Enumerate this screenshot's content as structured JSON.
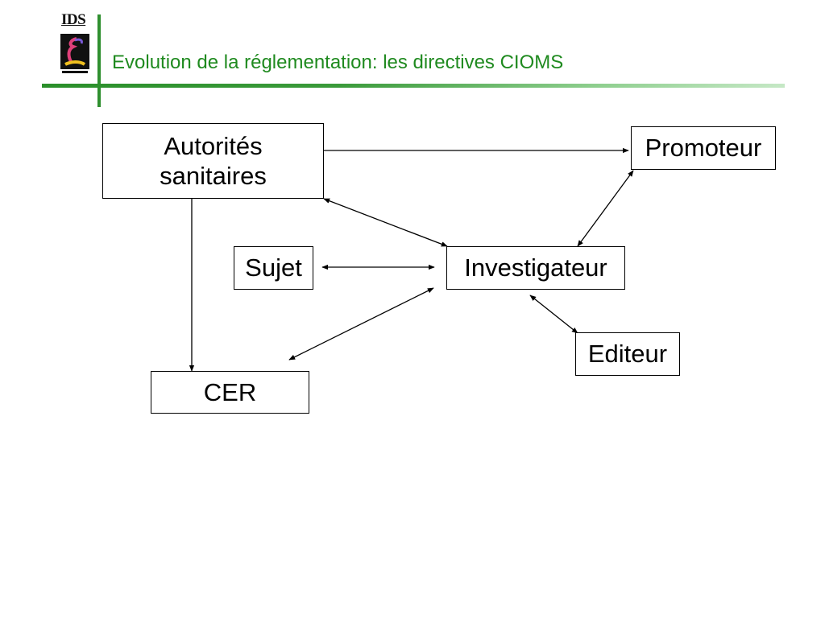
{
  "header": {
    "logo_text": "IDS",
    "title": "Evolution de la réglementation: les directives CIOMS",
    "accent_color": "#2f8f2f"
  },
  "diagram": {
    "nodes": {
      "autorites": {
        "line1": "Autorités",
        "line2": "sanitaires"
      },
      "promoteur": {
        "label": "Promoteur"
      },
      "sujet": {
        "label": "Sujet"
      },
      "investigateur": {
        "label": "Investigateur"
      },
      "editeur": {
        "label": "Editeur"
      },
      "cer": {
        "label": "CER"
      }
    },
    "edges": [
      {
        "from": "Autorités sanitaires",
        "to": "Promoteur",
        "direction": "one-way"
      },
      {
        "from": "Autorités sanitaires",
        "to": "CER",
        "direction": "one-way"
      },
      {
        "from": "Autorités sanitaires",
        "to": "Investigateur",
        "direction": "two-way"
      },
      {
        "from": "Promoteur",
        "to": "Investigateur",
        "direction": "two-way"
      },
      {
        "from": "Sujet",
        "to": "Investigateur",
        "direction": "two-way"
      },
      {
        "from": "Investigateur",
        "to": "CER",
        "direction": "two-way"
      },
      {
        "from": "Investigateur",
        "to": "Editeur",
        "direction": "two-way"
      }
    ]
  }
}
